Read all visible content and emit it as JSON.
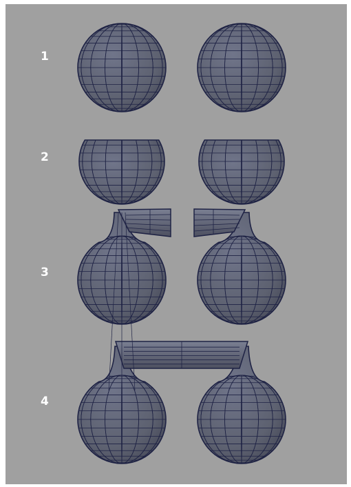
{
  "steps": [
    {
      "label": "1",
      "description_shape": "sphere"
    },
    {
      "label": "2",
      "description_shape": "half-sphere"
    },
    {
      "label": "3",
      "description_shape": "bulb-with-neck"
    },
    {
      "label": "4",
      "description_shape": "joined-bulbs"
    }
  ],
  "colors": {
    "background": "#a0a0a0",
    "mesh_fill": "#5d6170",
    "mesh_wire": "#1e2244",
    "label": "#ffffff"
  }
}
